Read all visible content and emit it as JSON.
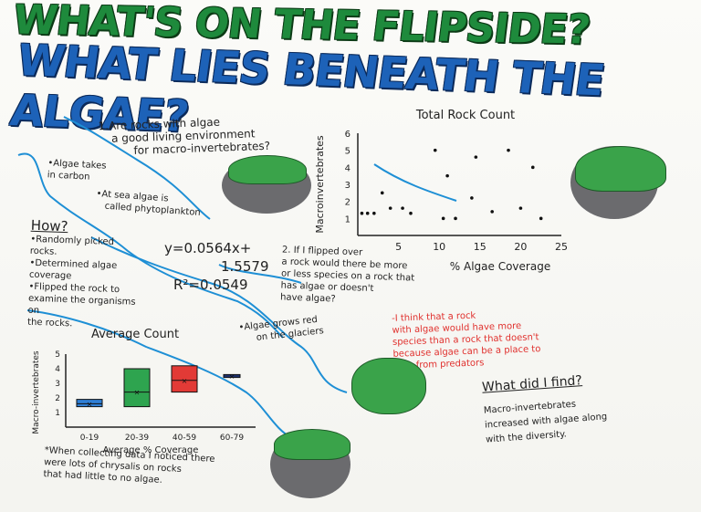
{
  "title": {
    "line1": "WHAT'S ON THE FLIPSIDE?",
    "line2": "WHAT LIES BENEATH THE ALGAE?"
  },
  "question1": {
    "line1": "1.Are rocks with algae",
    "line2": "a good living environment",
    "line3": "for macro-invertebrates?"
  },
  "facts": {
    "algae_carbon_1": "•Algae takes",
    "algae_carbon_2": "in carbon",
    "phyto_1": "•At sea algae is",
    "phyto_2": "called phytoplankton",
    "glaciers_1": "•Algae grows red",
    "glaciers_2": "on the glaciers"
  },
  "how": {
    "heading": "How?",
    "lines": [
      "•Randomly picked",
      "rocks.",
      "•Determined algae",
      "coverage",
      "•Flipped the rock to",
      "examine the organisms on",
      "the rocks."
    ]
  },
  "equation": {
    "line1": "y=0.0564x+",
    "line2": "1.5579",
    "line3": "R²=0.0549"
  },
  "question2": {
    "lines": [
      "2. If I flipped over",
      "a rock would there be more",
      "or less species on a rock that",
      "has algae or doesn't",
      "have algae?"
    ]
  },
  "hypothesis": {
    "lines": [
      "-I think that a rock",
      "with algae would have more",
      "species than a rock that doesn't",
      "because algae can be a place to",
      "hide from predators"
    ]
  },
  "finding": {
    "heading": "What did I find?",
    "lines": [
      "Macro-invertebrates",
      "increased with algae along",
      "with the diversity."
    ]
  },
  "note": {
    "lines": [
      "*When collecting data I noticed there",
      "were lots of chrysalis on rocks",
      "that had little to no algae."
    ]
  },
  "chart_data": [
    {
      "type": "scatter",
      "title": "Total Rock Count",
      "xlabel": "% Algae Coverage",
      "ylabel": "Macroinvertebrates",
      "xlim": [
        0,
        25
      ],
      "ylim": [
        0,
        6
      ],
      "x_ticks": [
        "5",
        "10",
        "15",
        "20",
        "25"
      ],
      "y_ticks": [
        "1",
        "2",
        "3",
        "4",
        "5",
        "6"
      ],
      "points": [
        {
          "x": 0.5,
          "y": 1.3
        },
        {
          "x": 1.2,
          "y": 1.3
        },
        {
          "x": 2,
          "y": 1.3
        },
        {
          "x": 3,
          "y": 2.5
        },
        {
          "x": 4,
          "y": 1.6
        },
        {
          "x": 5.5,
          "y": 1.6
        },
        {
          "x": 6.5,
          "y": 1.3
        },
        {
          "x": 9.5,
          "y": 5.0
        },
        {
          "x": 10.5,
          "y": 1.0
        },
        {
          "x": 11,
          "y": 3.5
        },
        {
          "x": 12,
          "y": 1.0
        },
        {
          "x": 14,
          "y": 2.2
        },
        {
          "x": 14.5,
          "y": 4.6
        },
        {
          "x": 16.5,
          "y": 1.4
        },
        {
          "x": 18.5,
          "y": 5.0
        },
        {
          "x": 20,
          "y": 1.6
        },
        {
          "x": 21.5,
          "y": 4.0
        },
        {
          "x": 22.5,
          "y": 1.0
        }
      ]
    },
    {
      "type": "box",
      "title": "Average Count",
      "xlabel": "Average % Coverage",
      "ylabel": "Macro-invertebrates",
      "ylim": [
        0,
        5
      ],
      "y_ticks": [
        "1",
        "2",
        "3",
        "4",
        "5"
      ],
      "categories": [
        "0-19",
        "20-39",
        "40-59",
        "60-79"
      ],
      "boxes": [
        {
          "low": 1.4,
          "high": 1.9,
          "mid": 1.6,
          "color": "#2f7fd6"
        },
        {
          "low": 1.4,
          "high": 4.0,
          "mid": 2.4,
          "color": "#2ea44f"
        },
        {
          "low": 2.4,
          "high": 4.2,
          "mid": 3.2,
          "color": "#e23a36"
        },
        {
          "low": 3.4,
          "high": 3.6,
          "mid": 3.5,
          "color": "#2a4fc4"
        }
      ]
    }
  ]
}
